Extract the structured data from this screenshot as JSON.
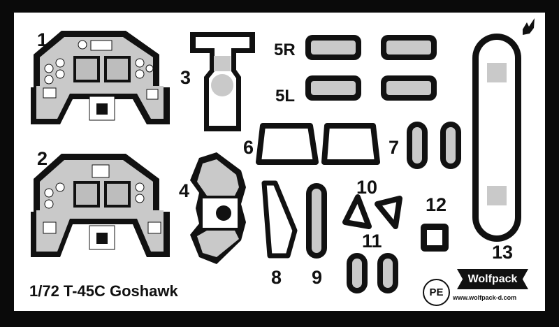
{
  "sheet": {
    "title": "1/72 T-45C Goshawk",
    "pe_badge": "PE",
    "brand": "Wolfpack",
    "website": "www.wolfpack-d.com"
  },
  "part_numbers": {
    "p1": "1",
    "p2": "2",
    "p3": "3",
    "p4": "4",
    "p5r": "5R",
    "p5l": "5L",
    "p6": "6",
    "p7": "7",
    "p8": "8",
    "p9": "9",
    "p10": "10",
    "p11": "11",
    "p12": "12",
    "p13": "13"
  },
  "colors": {
    "metal": "#111111",
    "panel": "#c9c9c9",
    "sheet": "#ffffff",
    "border": "#0a0a0a"
  },
  "icons": [
    "wolf-logo-icon"
  ]
}
